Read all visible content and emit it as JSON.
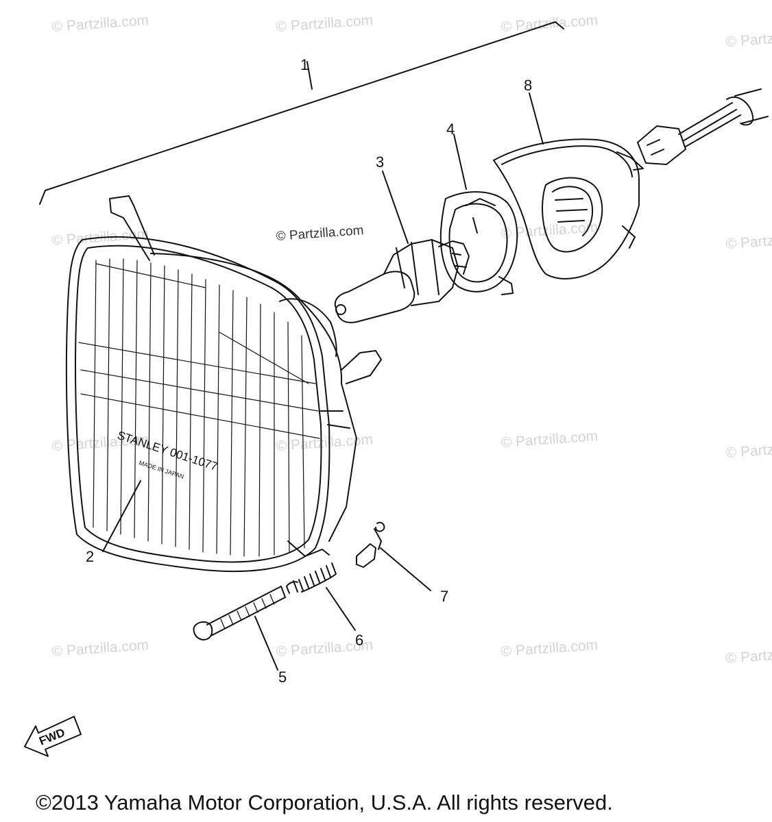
{
  "watermark": "© Partzilla.com",
  "callouts": [
    "1",
    "2",
    "3",
    "4",
    "5",
    "6",
    "7",
    "8"
  ],
  "lens_text": {
    "brand": "STANLEY 001-1077",
    "origin": "MADE IN JAPAN"
  },
  "fwd_label": "FWD",
  "copyright": "©2013 Yamaha Motor Corporation, U.S.A. All rights reserved.",
  "colors": {
    "ink": "#111111",
    "watermark": "#d4d4d4"
  }
}
